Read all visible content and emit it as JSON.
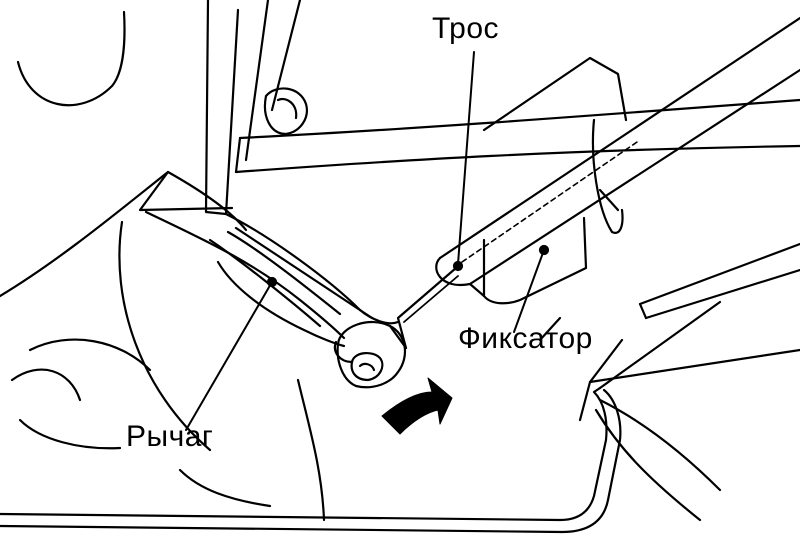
{
  "labels": {
    "cable": "Трос",
    "retainer": "Фиксатор",
    "lever": "Рычаг"
  },
  "colors": {
    "line": "#000000",
    "background": "#ffffff"
  }
}
